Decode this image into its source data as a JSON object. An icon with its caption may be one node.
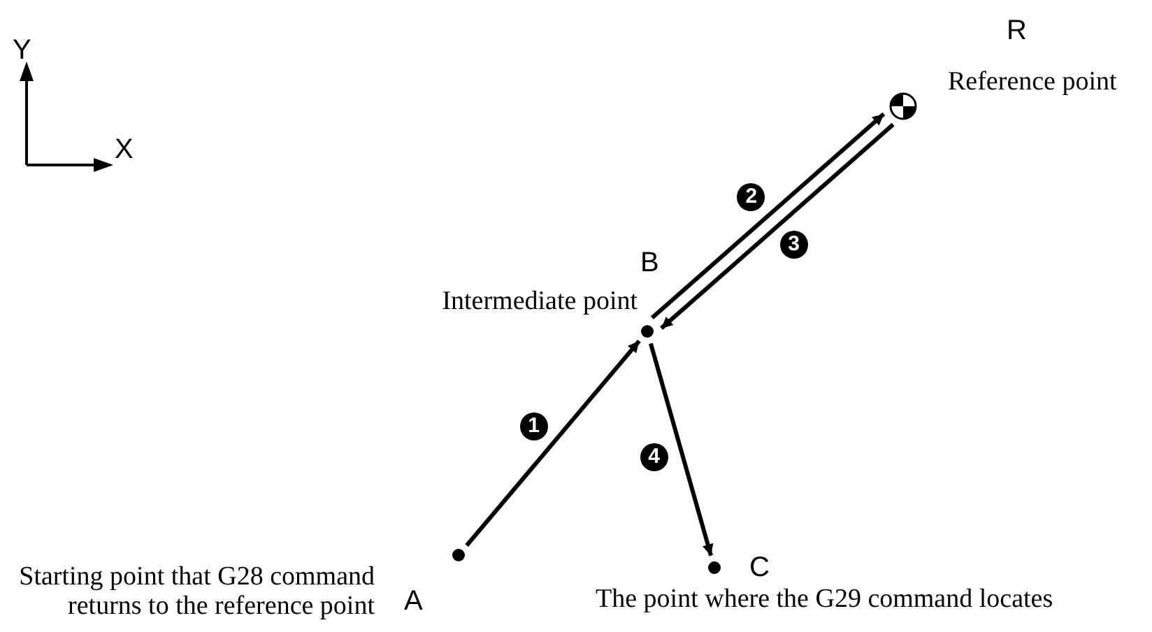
{
  "diagram": {
    "nodes": [
      {
        "text": [],
        "shape": "circle",
        "beside": [
          "A",
          "Starting point that G28 command returns to the reference point"
        ]
      },
      {
        "text": [],
        "shape": "circle",
        "beside": [
          "B",
          "Intermediate point"
        ]
      },
      {
        "text": [],
        "shape": "target",
        "beside": [
          "R",
          "Reference point"
        ]
      },
      {
        "text": [],
        "shape": "circle",
        "beside": [
          "C",
          "The point where the G29 command locates"
        ]
      }
    ],
    "edges": [
      {
        "from": 0,
        "to": 1,
        "arrow": "to",
        "label": "1"
      },
      {
        "from": 1,
        "to": 2,
        "arrow": "to",
        "label": "2"
      },
      {
        "from": 2,
        "to": 1,
        "arrow": "to",
        "label": "3"
      },
      {
        "from": 1,
        "to": 3,
        "arrow": "to",
        "label": "4"
      }
    ],
    "labels": [
      "Y",
      "X"
    ]
  }
}
